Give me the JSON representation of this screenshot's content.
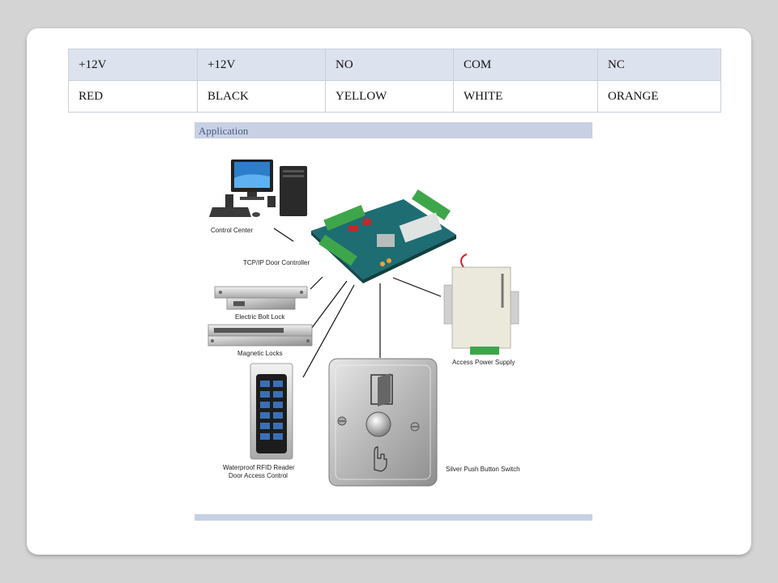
{
  "wiring_table": {
    "header": [
      "+12V",
      "+12V",
      "NO",
      "COM",
      "NC"
    ],
    "colors": [
      "RED",
      "BLACK",
      "YELLOW",
      "WHITE",
      "ORANGE"
    ]
  },
  "application": {
    "heading": "Application",
    "labels": {
      "control_center": "Control Center",
      "door_controller": "TCP/IP Door Controller",
      "bolt_lock": "Electric Bolt Lock",
      "magnetic_locks": "Magnetic Locks",
      "rfid_line1": "Waterproof RFID Reader",
      "rfid_line2": "Door Access Control",
      "power_supply": "Access Power Supply",
      "push_button": "Silver Push Button Switch"
    }
  },
  "colors": {
    "page_bg": "#d4d4d4",
    "card_bg": "#ffffff",
    "table_header_bg": "#dde3ee",
    "bar_bg": "#c8d1e3",
    "pcb_green": "#1e6d73"
  }
}
